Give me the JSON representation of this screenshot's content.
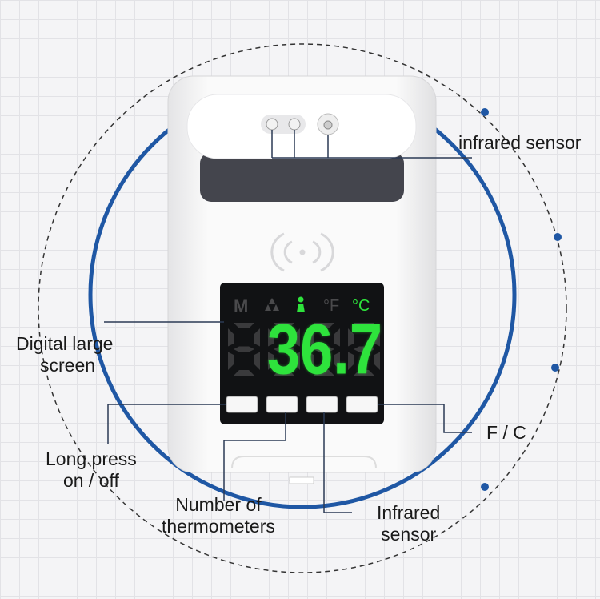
{
  "labels": {
    "infrared_sensor_top": "infrared sensor",
    "digital_screen": [
      "Digital large",
      "screen"
    ],
    "long_press": [
      "Long press",
      "on / off"
    ],
    "number_of_thermometers": [
      "Number of",
      "thermometers"
    ],
    "infrared_sensor_bottom": [
      "Infrared",
      "sensor"
    ],
    "f_c": "F / C"
  },
  "display": {
    "reading": "36.7",
    "icons": [
      {
        "name": "memory",
        "text": "M",
        "active": false
      },
      {
        "name": "group-mode-icon",
        "text": "",
        "active": false
      },
      {
        "name": "person-mode-icon",
        "text": "",
        "active": true
      },
      {
        "name": "fahrenheit",
        "text": "°F",
        "active": false
      },
      {
        "name": "celsius",
        "text": "°C",
        "active": true
      }
    ],
    "buttons": 4
  },
  "colors": {
    "accent_blue": "#1f57a4",
    "segment_on": "#2ee33c",
    "segment_off": "#3a3a3c",
    "line": "#2b3a55"
  }
}
